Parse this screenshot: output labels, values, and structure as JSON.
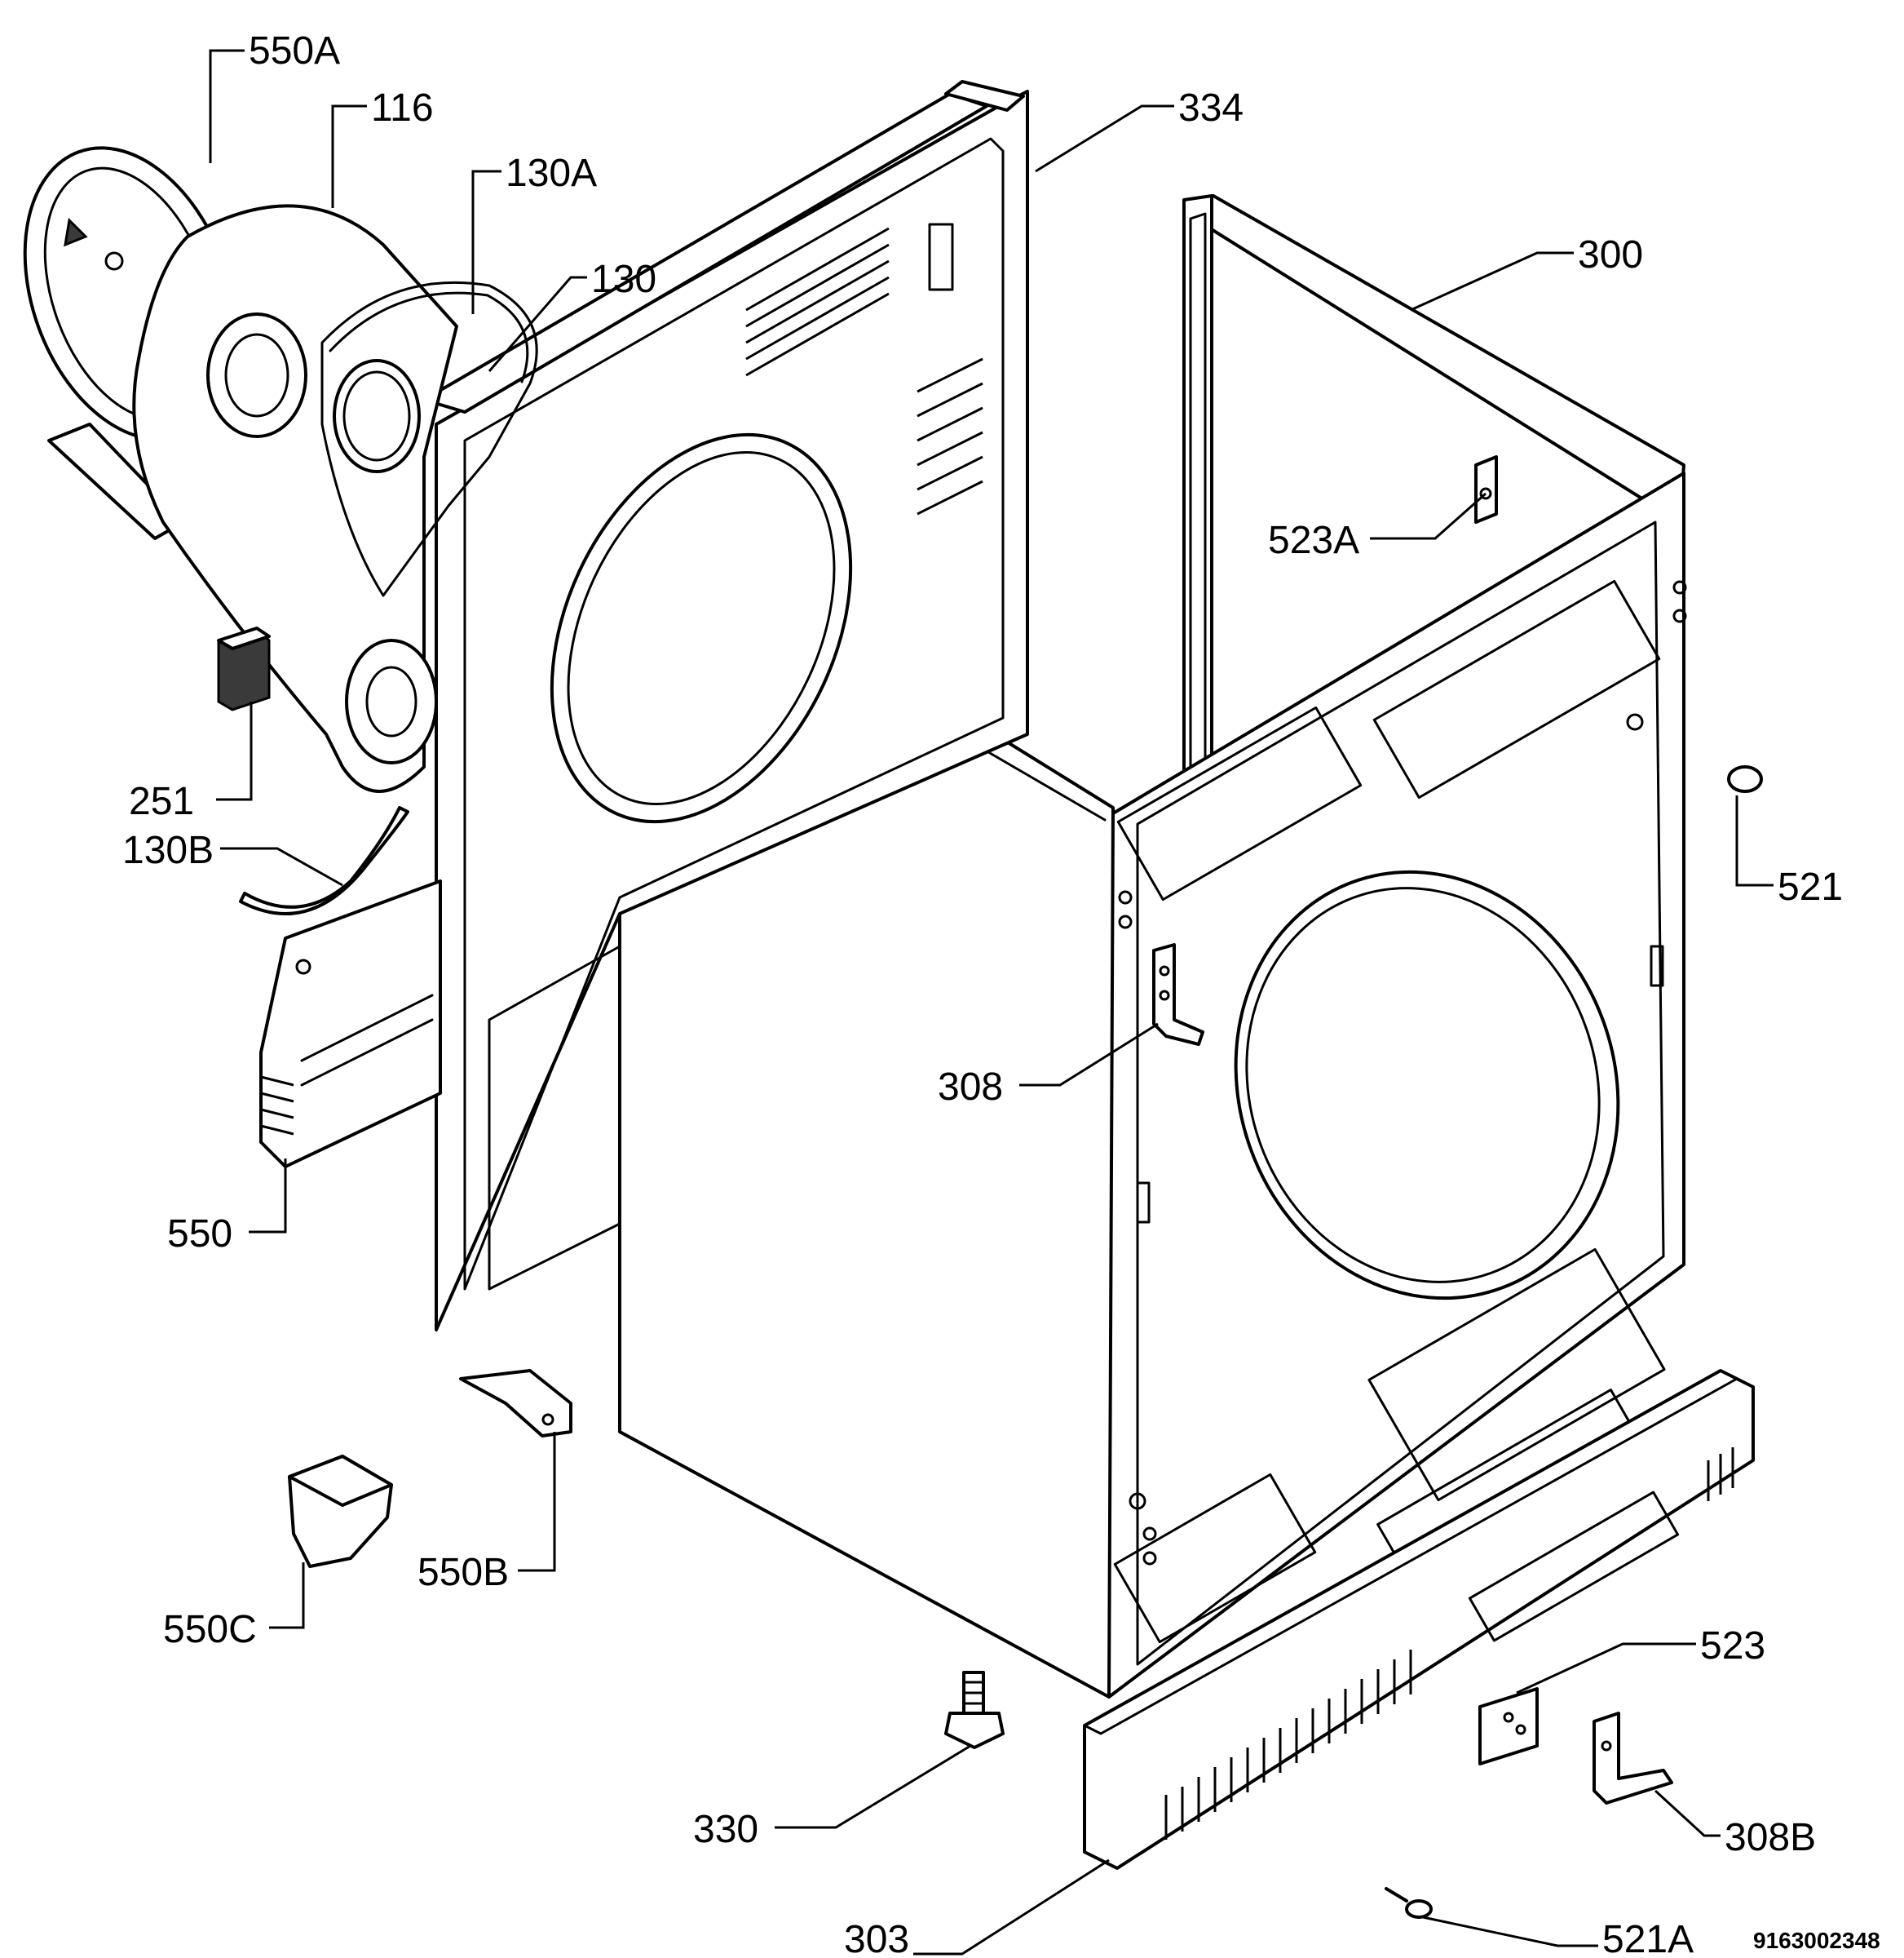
{
  "diagram": {
    "drawing_number": "9163002348",
    "callouts": [
      {
        "id": "550a",
        "label": "550A"
      },
      {
        "id": "116",
        "label": "116"
      },
      {
        "id": "130a",
        "label": "130A"
      },
      {
        "id": "130",
        "label": "130"
      },
      {
        "id": "334",
        "label": "334"
      },
      {
        "id": "300",
        "label": "300"
      },
      {
        "id": "523a",
        "label": "523A"
      },
      {
        "id": "521",
        "label": "521"
      },
      {
        "id": "251",
        "label": "251"
      },
      {
        "id": "130b",
        "label": "130B"
      },
      {
        "id": "308",
        "label": "308"
      },
      {
        "id": "550",
        "label": "550"
      },
      {
        "id": "550b",
        "label": "550B"
      },
      {
        "id": "550c",
        "label": "550C"
      },
      {
        "id": "523",
        "label": "523"
      },
      {
        "id": "330",
        "label": "330"
      },
      {
        "id": "308b",
        "label": "308B"
      },
      {
        "id": "521a",
        "label": "521A"
      },
      {
        "id": "303",
        "label": "303"
      }
    ]
  }
}
